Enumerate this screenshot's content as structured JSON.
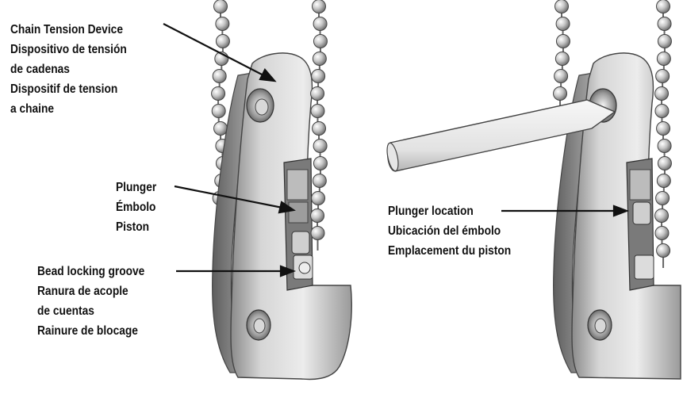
{
  "colors": {
    "ink": "#111111",
    "metal_light": "#e9e9e9",
    "metal_mid": "#bdbdbd",
    "metal_dark": "#6f6f6f",
    "bead": "#c9c9c9",
    "tool": "#f1f1f1"
  },
  "labels": {
    "chain_tension_device": [
      "Chain Tension Device",
      "Dispositivo de tensión",
      "de cadenas",
      "Dispositif de tension",
      "a chaine"
    ],
    "plunger": [
      "Plunger",
      "Émbolo",
      "Piston"
    ],
    "bead_locking_groove": [
      "Bead locking groove",
      "Ranura de acople",
      "de cuentas",
      "Rainure de blocage"
    ],
    "plunger_location": [
      "Plunger location",
      "Ubicación del émbolo",
      "Emplacement du piston"
    ]
  }
}
